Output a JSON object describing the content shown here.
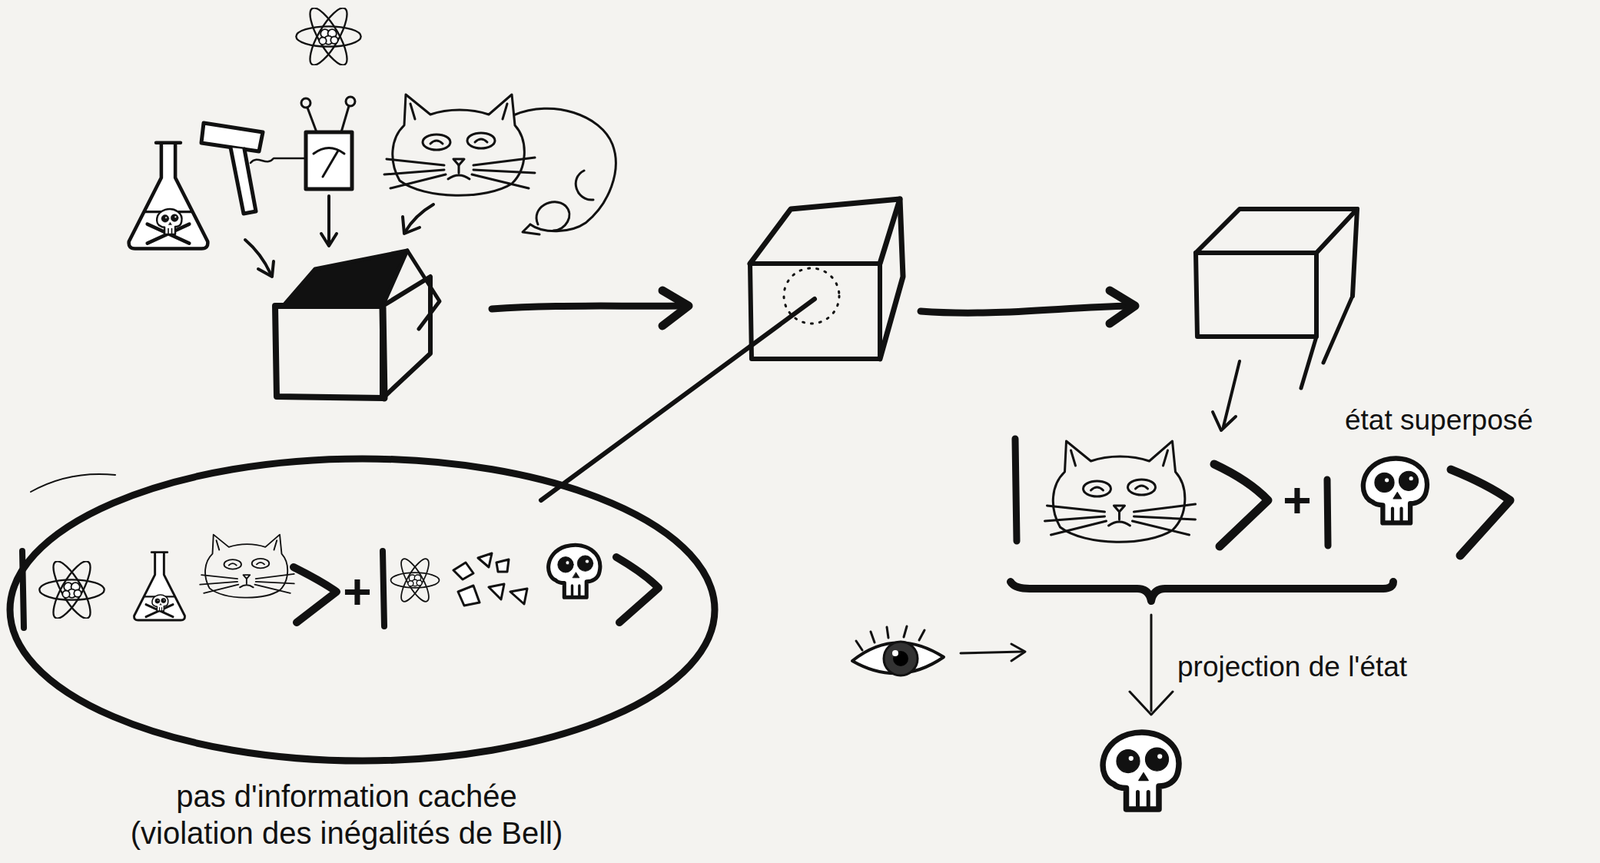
{
  "diagram": {
    "nodes": [
      {
        "text": [
          "+",
          "pas d'information cachée (violation des inégalités de Bell)"
        ]
      }
    ],
    "labels": [
      "+",
      "état superposé",
      "projection de l'état"
    ]
  }
}
